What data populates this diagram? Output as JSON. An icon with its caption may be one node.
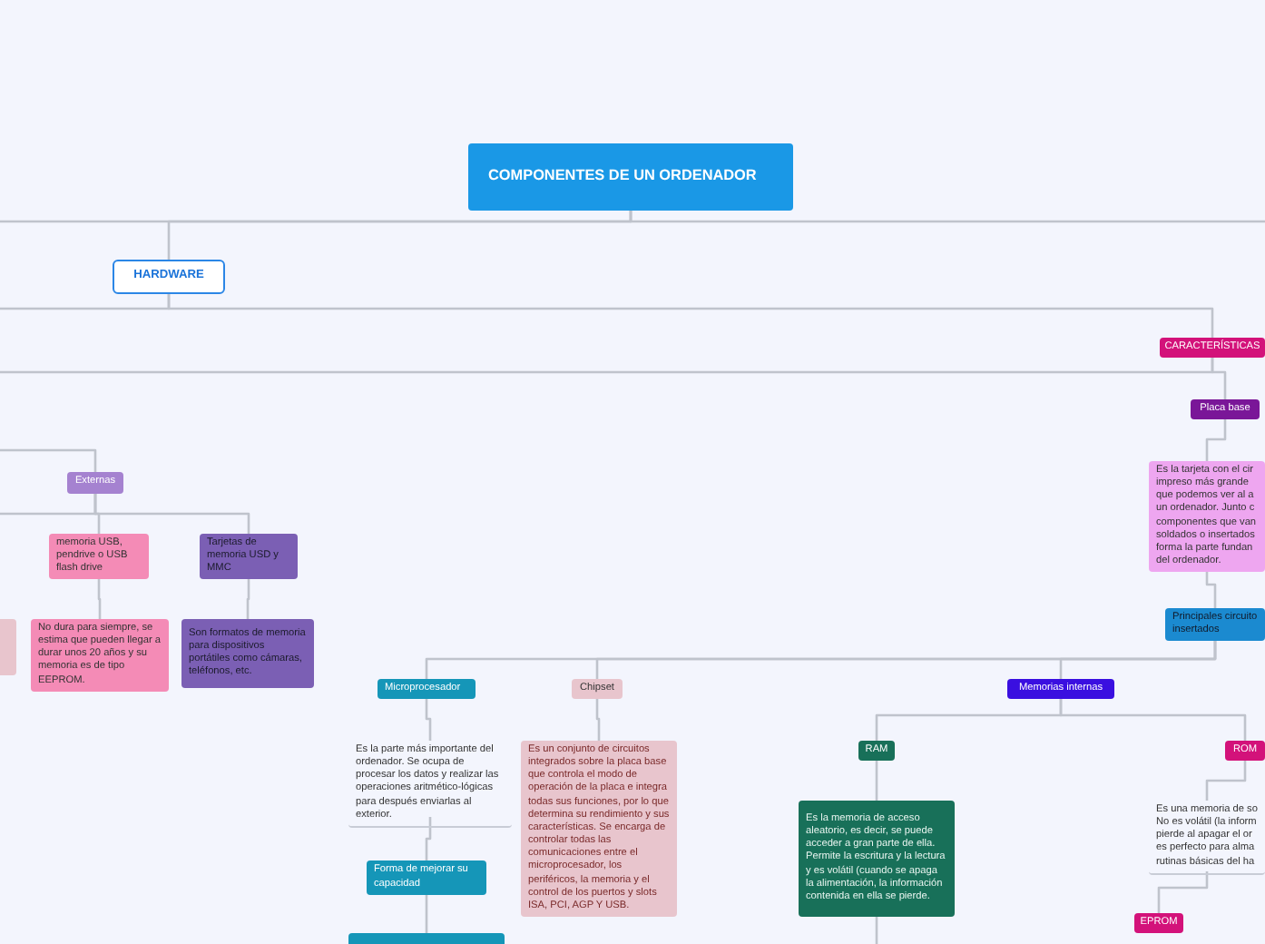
{
  "diagram": {
    "nodes": [
      {
        "text": [
          "COMPONENTES DE UN ORDENADOR"
        ]
      },
      {
        "text": [
          "HARDWARE"
        ]
      },
      {
        "text": [
          "Externas"
        ]
      },
      {
        "text": [
          "memoria USB, pendrive o USB flash drive"
        ]
      },
      {
        "text": [
          "Tarjetas de memoria USD y MMC"
        ]
      },
      {
        "text": [
          "No dura para siempre, se estima que pueden llegar a durar unos 20 años y su memoria es de tipo EEPROM."
        ]
      },
      {
        "text": [
          "Son formatos de memoria para dispositivos portátiles como cámaras, teléfonos, etc."
        ]
      },
      {
        "text": [],
        "shape": "box"
      },
      {
        "text": [
          "CARACTERÍSTICAS"
        ]
      },
      {
        "text": [
          "Placa base"
        ]
      },
      {
        "text": [
          "Es la tarjeta con el cir impreso más grande que podemos ver al a un ordenador. Junto c componentes que van soldados o insertados forma la parte fundan del ordenador."
        ]
      },
      {
        "text": [
          "Principales circuito insertados"
        ]
      },
      {
        "text": [
          "Microprocesador"
        ]
      },
      {
        "text": [
          "Chipset"
        ]
      },
      {
        "text": [
          "Memorias internas"
        ]
      },
      {
        "text": [
          "Es la parte más importante del ordenador. Se ocupa de procesar los datos y realizar las operaciones aritmético-lógicas para después enviarlas al exterior."
        ]
      },
      {
        "text": [
          "Es un conjunto de circuitos integrados sobre la placa base que controla el modo de operación de la placa e integra todas sus funciones, por lo que determina su rendimiento y sus características. Se encarga de controlar todas las comunicaciones entre el microprocesador, los periféricos, la memoria y el control de los puertos y slots ISA, PCI, AGP Y USB."
        ]
      },
      {
        "text": [
          "Forma de mejorar su capacidad"
        ]
      },
      {
        "text": [],
        "shape": "box"
      },
      {
        "text": [
          "RAM"
        ]
      },
      {
        "text": [
          "ROM"
        ]
      },
      {
        "text": [
          "Es la memoria de acceso aleatorio, es decir, se puede acceder a gran parte de ella. Permite la escritura y la lectura y es volátil (cuando se apaga la alimentación, la información contenida en ella se pierde."
        ]
      },
      {
        "text": [
          "Es una memoria de so No es volátil (la inform pierde al apagar el or es perfecto para alma rutinas básicas del ha"
        ]
      },
      {
        "text": [
          "EPROM"
        ]
      }
    ],
    "edges": [
      {
        "from": 0,
        "to": 1,
        "arrow": "none"
      },
      {
        "from": 0,
        "to": null,
        "arrow": "none"
      },
      {
        "from": 0,
        "to": null,
        "arrow": "none"
      },
      {
        "from": 1,
        "to": 8,
        "arrow": "none"
      },
      {
        "from": 1,
        "to": null,
        "arrow": "none"
      },
      {
        "from": 8,
        "to": 9,
        "arrow": "none"
      },
      {
        "from": 8,
        "to": null,
        "arrow": "none"
      },
      {
        "from": null,
        "to": 2,
        "arrow": "none"
      },
      {
        "from": 2,
        "to": 3,
        "arrow": "none"
      },
      {
        "from": 2,
        "to": 4,
        "arrow": "none"
      },
      {
        "from": 2,
        "to": null,
        "arrow": "none"
      },
      {
        "from": 3,
        "to": 5,
        "arrow": "none"
      },
      {
        "from": 4,
        "to": 6,
        "arrow": "none"
      },
      {
        "from": 9,
        "to": 10,
        "arrow": "none"
      },
      {
        "from": 10,
        "to": 11,
        "arrow": "none"
      },
      {
        "from": 11,
        "to": 12,
        "arrow": "none"
      },
      {
        "from": 11,
        "to": 13,
        "arrow": "none"
      },
      {
        "from": 11,
        "to": 14,
        "arrow": "none"
      },
      {
        "from": 12,
        "to": 15,
        "arrow": "none"
      },
      {
        "from": 15,
        "to": 17,
        "arrow": "none"
      },
      {
        "from": 17,
        "to": 18,
        "arrow": "none"
      },
      {
        "from": 13,
        "to": 16,
        "arrow": "none"
      },
      {
        "from": 14,
        "to": 19,
        "arrow": "none"
      },
      {
        "from": 14,
        "to": 20,
        "arrow": "none"
      },
      {
        "from": 19,
        "to": 21,
        "arrow": "none"
      },
      {
        "from": 21,
        "to": null,
        "arrow": "none"
      },
      {
        "from": 20,
        "to": 22,
        "arrow": "none"
      },
      {
        "from": 22,
        "to": 23,
        "arrow": "none"
      }
    ]
  }
}
